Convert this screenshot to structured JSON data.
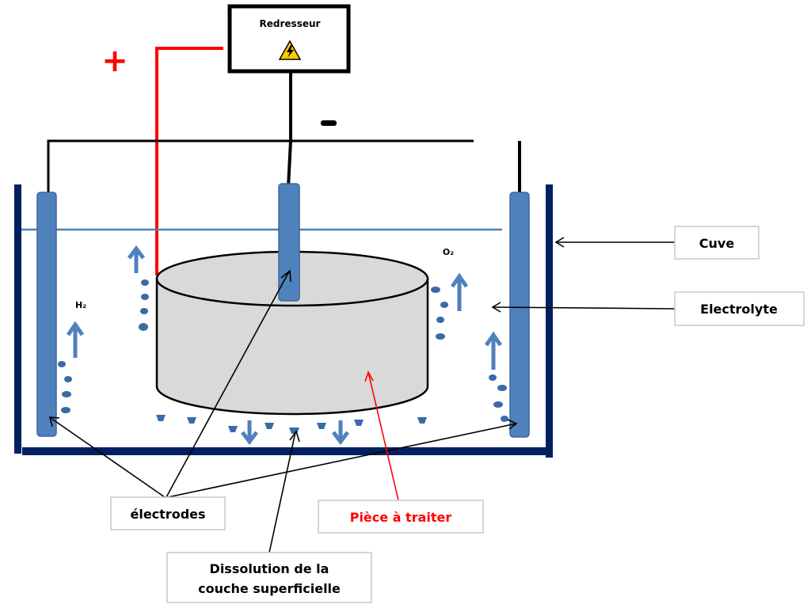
{
  "title": "Electrolytic surface treatment (electropolishing) setup",
  "rectifier": {
    "label": "Redresseur",
    "icon": "high-voltage-warning-icon"
  },
  "polarity": {
    "positive": "+",
    "negative": "-"
  },
  "gases": {
    "left": "H₂",
    "right": "O₂"
  },
  "labels": {
    "cuve": "Cuve",
    "electrolyte": "Electrolyte",
    "electrodes": "électrodes",
    "piece": "Pièce à traiter",
    "dissolution_line1": "Dissolution de la",
    "dissolution_line2": "couche superficielle"
  },
  "colors": {
    "positive_wire": "#ff0000",
    "negative_wire": "#000000",
    "electrode": "#4f81bd",
    "tank": "#002060",
    "electrolyte_surface": "#4f81bd",
    "piece_fill": "#d9d9d9",
    "piece_label": "#ff0000"
  }
}
